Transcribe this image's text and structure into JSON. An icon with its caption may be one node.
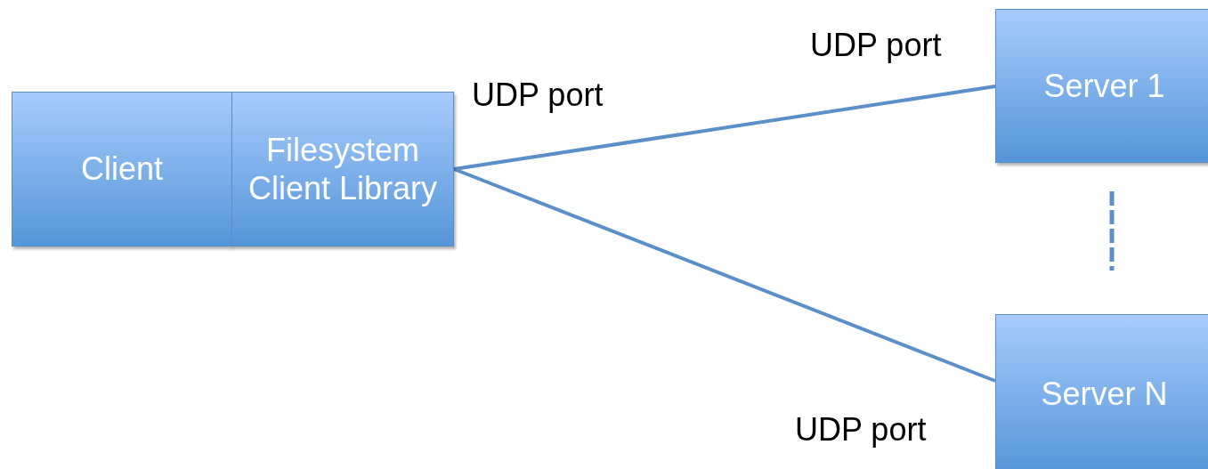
{
  "diagram": {
    "nodes": [
      {
        "text": [
          "Client"
        ]
      },
      {
        "text": [
          "Filesystem Client Library"
        ]
      },
      {
        "text": [
          "Server 1"
        ]
      },
      {
        "text": [
          "Server N"
        ]
      }
    ],
    "edges": [
      {
        "from": 1,
        "to": 2,
        "arrow": "none"
      },
      {
        "from": 1,
        "to": 3,
        "arrow": "none"
      }
    ],
    "labels": [
      "UDP port",
      "UDP port",
      "UDP port"
    ]
  }
}
